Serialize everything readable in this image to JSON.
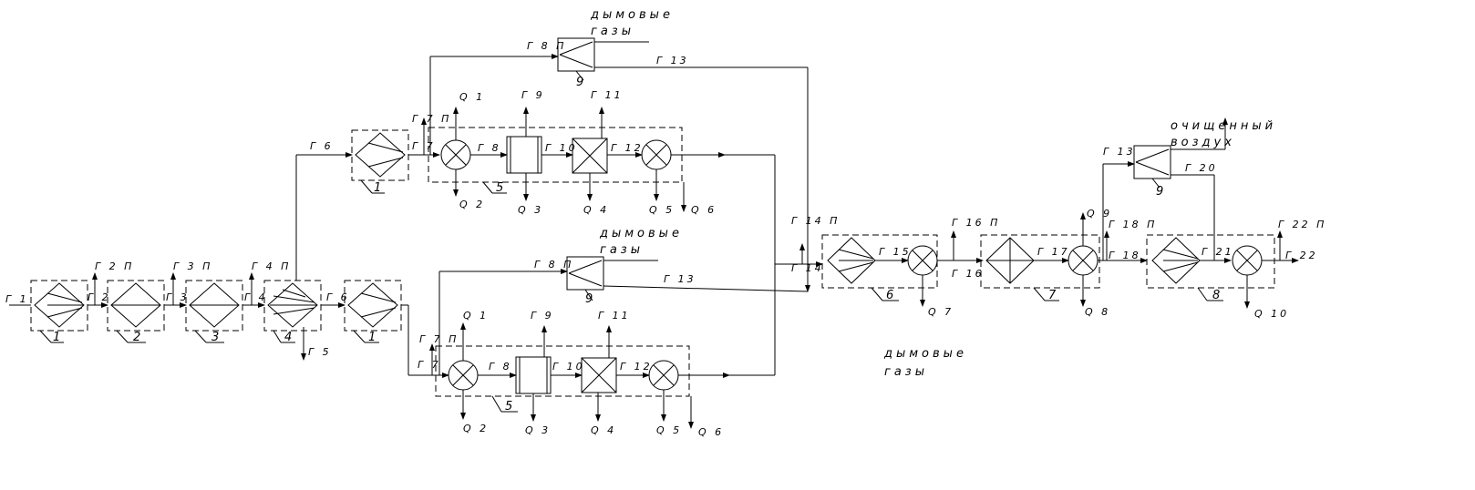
{
  "labels": {
    "top_smoke": [
      "дымовые",
      "газы"
    ],
    "mid_smoke": [
      "дымовые",
      "газы"
    ],
    "bottom_smoke": [
      "дымовые",
      "газы"
    ],
    "clean_air": [
      "очищенный",
      "воздух"
    ],
    "g1": "Г 1",
    "g2": "Г 2",
    "g2p": "Г 2 П",
    "g3": "Г 3",
    "g3p": "Г 3 П",
    "g4": "Г 4",
    "g4p": "Г 4 П",
    "g5": "Г 5",
    "g6_top": "Г 6",
    "g6_bot": "Г 6",
    "g7_top": "Г 7",
    "g7p_top": "Г 7 П",
    "g7_bot": "Г 7",
    "g7p_bot": "Г 7 П",
    "g8_top": "Г 8",
    "g8p_top": "Г 8 П",
    "g8_bot": "Г 8",
    "g8p_bot": "Г 8 П",
    "g9_top": "Г 9",
    "g9_bot": "Г 9",
    "g10_top": "Г 10",
    "g10_bot": "Г 10",
    "g11_top": "Г 11",
    "g11_bot": "Г 11",
    "g12_top": "Г 12",
    "g12_bot": "Г 12",
    "g13_top": "Г 13",
    "g13_mid": "Г 13",
    "g13_right": "Г 13",
    "g14": "Г 14",
    "g14p": "Г 14 П",
    "g15": "Г 15",
    "g16": "Г 16",
    "g16p": "Г 16 П",
    "g17": "Г 17",
    "g18": "Г 18",
    "g18p": "Г 18 П",
    "g20": "Г 20",
    "g21": "Г 21",
    "g22": "Г 22",
    "g22p": "Г 22 П",
    "q1_top": "Q 1",
    "q2_top": "Q 2",
    "q3_top": "Q 3",
    "q4_top": "Q 4",
    "q5_top": "Q 5",
    "q6_top": "Q 6",
    "q1_bot": "Q 1",
    "q2_bot": "Q 2",
    "q3_bot": "Q 3",
    "q4_bot": "Q 4",
    "q5_bot": "Q 5",
    "q6_bot": "Q 6",
    "q7": "Q 7",
    "q8": "Q 8",
    "q9": "Q 9",
    "q10": "Q 10"
  },
  "numbers": {
    "n1a": "1",
    "n2": "2",
    "n3": "3",
    "n4": "4",
    "n1b": "1",
    "n1c": "1",
    "n5_top": "5",
    "n5_bot": "5",
    "n6": "6",
    "n7": "7",
    "n8": "8",
    "n9_top": "9",
    "n9_mid": "9",
    "n9_right": "9"
  }
}
